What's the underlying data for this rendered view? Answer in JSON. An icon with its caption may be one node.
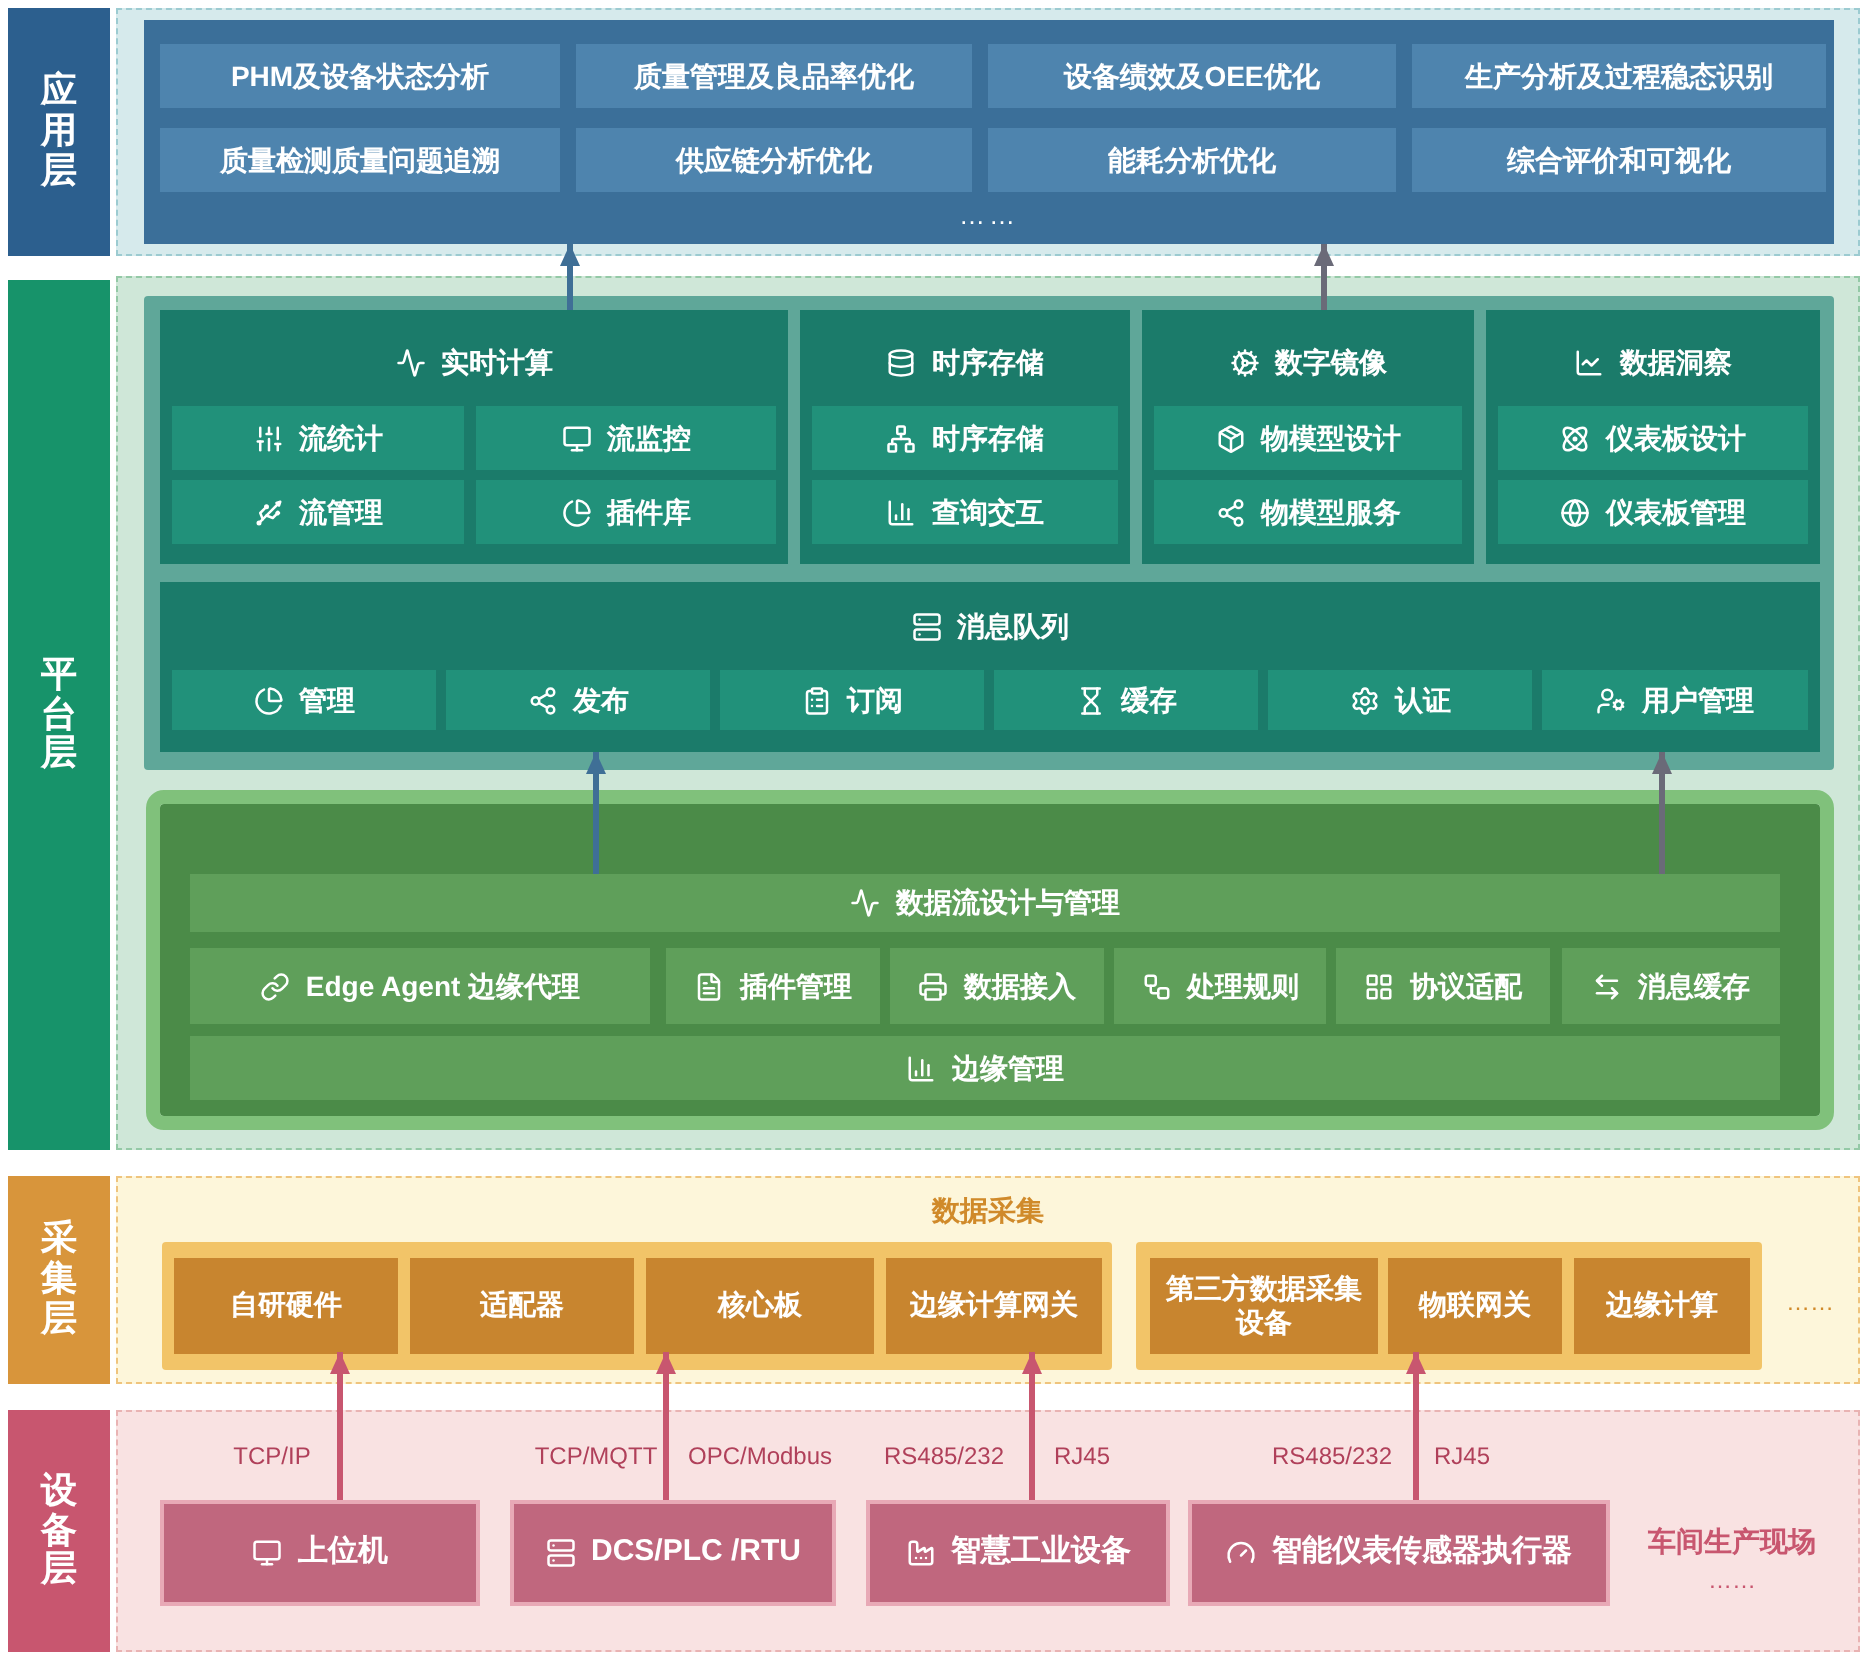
{
  "diagram": {
    "nodes": [
      {
        "text": [
          "应用层"
        ]
      },
      {
        "text": [
          "……"
        ]
      },
      {
        "text": [
          "PHM及设备状态分析"
        ],
        "in": 1
      },
      {
        "text": [
          "质量管理及良品率优化"
        ],
        "in": 1
      },
      {
        "text": [
          "设备绩效及OEE优化"
        ],
        "in": 1
      },
      {
        "text": [
          "生产分析及过程稳态识别"
        ],
        "in": 1
      },
      {
        "text": [
          "质量检测质量问题追溯"
        ],
        "in": 1
      },
      {
        "text": [
          "供应链分析优化"
        ],
        "in": 1
      },
      {
        "text": [
          "能耗分析优化"
        ],
        "in": 1
      },
      {
        "text": [
          "综合评价和可视化"
        ],
        "in": 1
      },
      {
        "text": [
          "平台层"
        ]
      },
      {
        "text": [],
        "shape": "box"
      },
      {
        "text": [
          "实时计算"
        ],
        "in": 11
      },
      {
        "text": [
          "流统计"
        ],
        "in": 12
      },
      {
        "text": [
          "流监控"
        ],
        "in": 12
      },
      {
        "text": [
          "流管理"
        ],
        "in": 12
      },
      {
        "text": [
          "插件库"
        ],
        "in": 12
      },
      {
        "text": [
          "时序存储"
        ],
        "in": 11
      },
      {
        "text": [
          "时序存储"
        ],
        "in": 17
      },
      {
        "text": [
          "查询交互"
        ],
        "in": 17
      },
      {
        "text": [
          "数字镜像"
        ],
        "in": 11
      },
      {
        "text": [
          "物模型设计"
        ],
        "in": 20
      },
      {
        "text": [
          "物模型服务"
        ],
        "in": 20
      },
      {
        "text": [
          "数据洞察"
        ],
        "in": 11
      },
      {
        "text": [
          "仪表板设计"
        ],
        "in": 23
      },
      {
        "text": [
          "仪表板管理"
        ],
        "in": 23
      },
      {
        "text": [
          "消息队列"
        ],
        "in": 11
      },
      {
        "text": [
          "管理"
        ],
        "in": 26
      },
      {
        "text": [
          "发布"
        ],
        "in": 26
      },
      {
        "text": [
          "订阅"
        ],
        "in": 26
      },
      {
        "text": [
          "缓存"
        ],
        "in": 26
      },
      {
        "text": [
          "认证"
        ],
        "in": 26
      },
      {
        "text": [
          "用户管理"
        ],
        "in": 26
      },
      {
        "text": [],
        "shape": "box"
      },
      {
        "text": [
          "数据流设计与管理"
        ],
        "in": 33
      },
      {
        "text": [
          "Edge Agent 边缘代理"
        ],
        "in": 33
      },
      {
        "text": [
          "插件管理"
        ],
        "in": 33
      },
      {
        "text": [
          "数据接入"
        ],
        "in": 33
      },
      {
        "text": [
          "处理规则"
        ],
        "in": 33
      },
      {
        "text": [
          "协议适配"
        ],
        "in": 33
      },
      {
        "text": [
          "消息缓存"
        ],
        "in": 33
      },
      {
        "text": [
          "边缘管理"
        ],
        "in": 33
      },
      {
        "text": [
          "采集层"
        ]
      },
      {
        "text": [
          "数据采集"
        ]
      },
      {
        "text": [],
        "shape": "box",
        "in": 43
      },
      {
        "text": [
          "自研硬件"
        ],
        "in": 44
      },
      {
        "text": [
          "适配器"
        ],
        "in": 44
      },
      {
        "text": [
          "核心板"
        ],
        "in": 44
      },
      {
        "text": [
          "边缘计算网关"
        ],
        "in": 44
      },
      {
        "text": [],
        "shape": "box",
        "in": 43
      },
      {
        "text": [
          "第三方数据采集设备"
        ],
        "in": 49
      },
      {
        "text": [
          "物联网关"
        ],
        "in": 49
      },
      {
        "text": [
          "边缘计算"
        ],
        "in": 49
      },
      {
        "text": [
          "设备层"
        ]
      },
      {
        "text": [
          "上位机"
        ]
      },
      {
        "text": [
          "DCS/PLC /RTU"
        ]
      },
      {
        "text": [
          "智慧工业设备"
        ]
      },
      {
        "text": [
          "智能仪表传感器执行器"
        ]
      }
    ],
    "edges": [
      {
        "from": 12,
        "to": 1,
        "arrow": "to",
        "color": "#3f6f96"
      },
      {
        "from": 20,
        "to": 1,
        "arrow": "to",
        "color": "#6a6a78"
      },
      {
        "from": 34,
        "to": 26,
        "arrow": "to",
        "color": "#3f6f96"
      },
      {
        "from": 34,
        "to": 26,
        "arrow": "to",
        "color": "#6a6a78"
      },
      {
        "from": 54,
        "to": 45,
        "arrow": "to"
      },
      {
        "from": 55,
        "to": 47,
        "arrow": "to"
      },
      {
        "from": 56,
        "to": 48,
        "arrow": "to"
      },
      {
        "from": 57,
        "to": 51,
        "arrow": "to"
      }
    ],
    "labels": [
      "TCP/IP",
      "TCP/MQTT",
      "OPC/Modbus",
      "RS485/232",
      "RJ45",
      "RS485/232",
      "RJ45",
      "……",
      "车间生产现场",
      "……"
    ]
  }
}
